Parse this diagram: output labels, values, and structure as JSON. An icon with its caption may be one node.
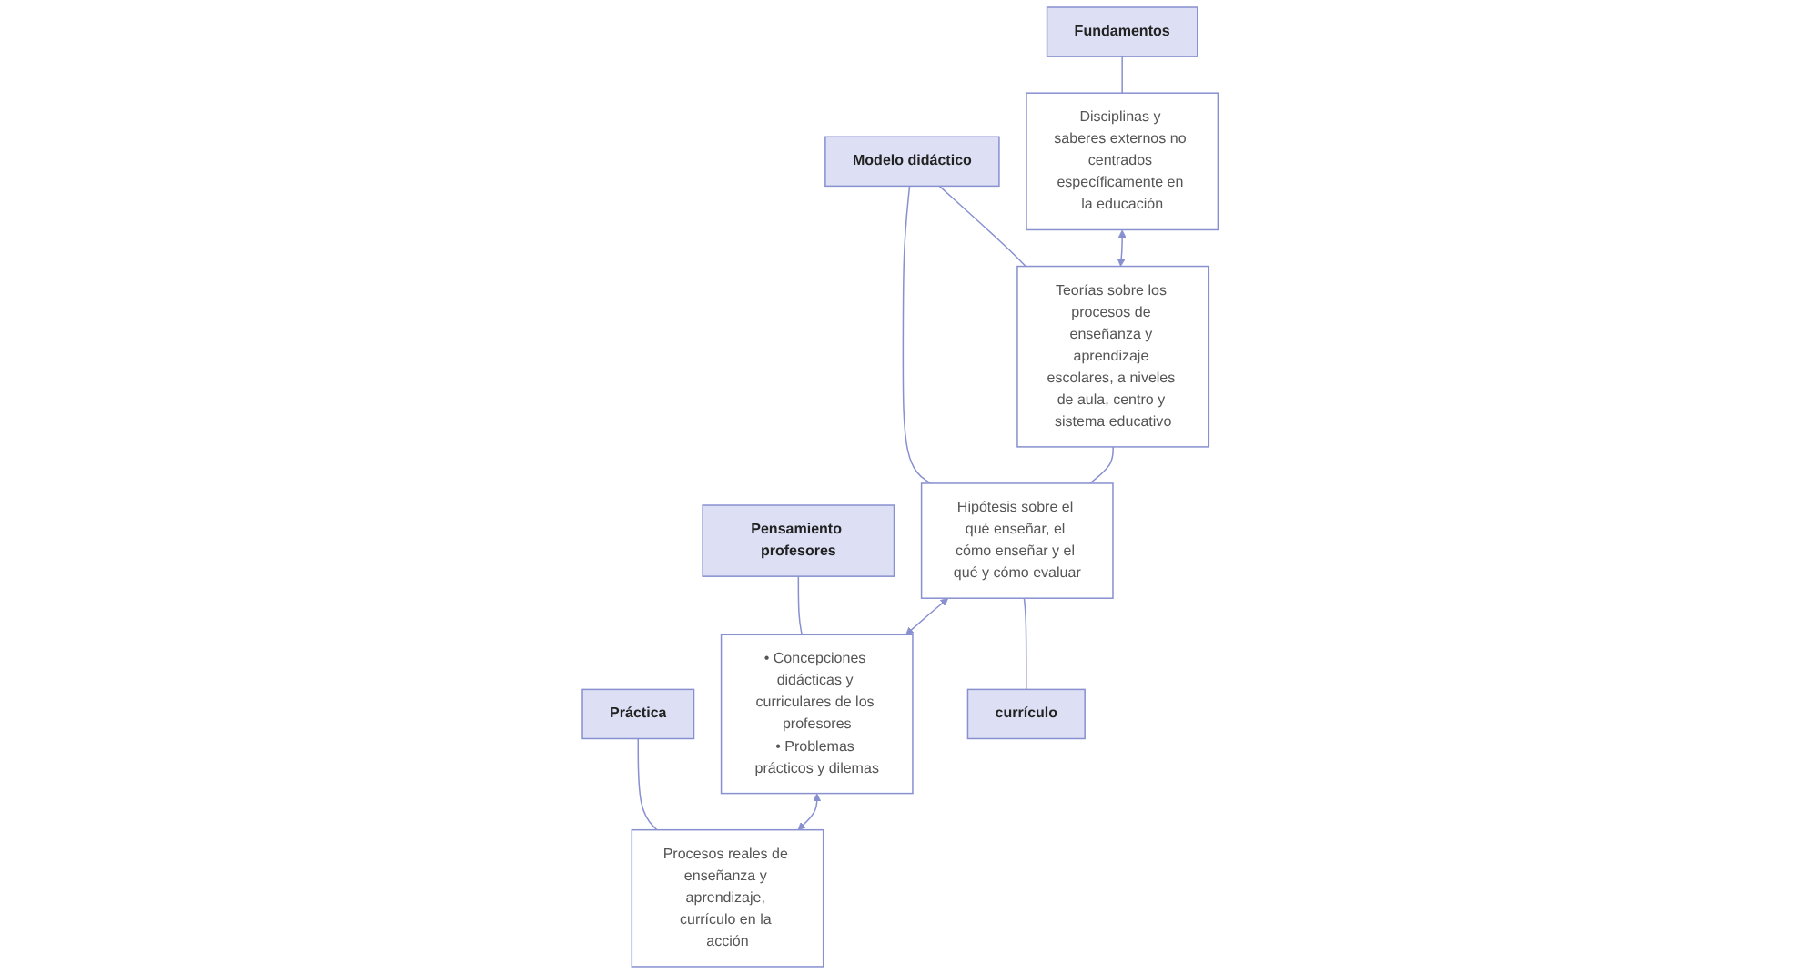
{
  "diagram": {
    "nodes": [
      {
        "text": [
          "Fundamentos"
        ]
      },
      {
        "text": [
          "Modelo didáctico"
        ]
      },
      {
        "text": [
          "Pensamiento profesores"
        ]
      },
      {
        "text": [
          "Práctica"
        ]
      },
      {
        "text": [
          "Disciplinas y saberes externos no centrados específicamente en la educación"
        ]
      },
      {
        "text": [
          "Teorías sobre los procesos de enseñanza y aprendizaje escolares, a niveles de aula, centro y sistema educativo"
        ]
      },
      {
        "text": [
          "Hipótesis sobre el qué enseñar, el cómo enseñar y el qué y cómo evaluar"
        ]
      },
      {
        "text": [
          "• Concepciones didácticas y curriculares de los profesores",
          "• Problemas prácticos y dilemas"
        ]
      },
      {
        "text": [
          "Procesos reales de enseñanza y aprendizaje, currículo en la acción"
        ]
      },
      {
        "text": [
          "currículo"
        ]
      }
    ],
    "edges": [
      {
        "from": 0,
        "to": 4,
        "arrow": "none"
      },
      {
        "from": 1,
        "to": 5,
        "arrow": "none"
      },
      {
        "from": 1,
        "to": 6,
        "arrow": "none"
      },
      {
        "from": 2,
        "to": 7,
        "arrow": "none"
      },
      {
        "from": 3,
        "to": 8,
        "arrow": "none"
      },
      {
        "from": 5,
        "to": 6,
        "arrow": "none"
      },
      {
        "from": 6,
        "to": 9,
        "arrow": "none"
      },
      {
        "from": 4,
        "to": 5,
        "arrow": "both"
      },
      {
        "from": 6,
        "to": 7,
        "arrow": "both"
      },
      {
        "from": 7,
        "to": 8,
        "arrow": "both"
      }
    ]
  }
}
